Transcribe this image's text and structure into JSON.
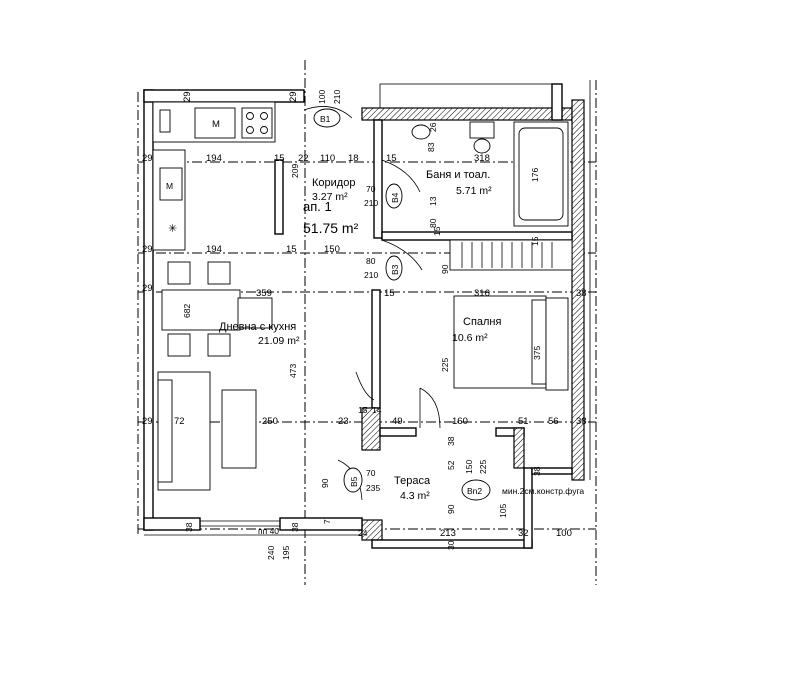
{
  "apartment": {
    "title": "ап. 1",
    "area": "51.75 m²"
  },
  "rooms": {
    "corridor": {
      "name": "Коридор",
      "area": "3.27 m²"
    },
    "bathroom": {
      "name": "Баня и тоал.",
      "area": "5.71 m²"
    },
    "living": {
      "name": "Дневна с кухня",
      "area": "21.09 m²"
    },
    "bedroom": {
      "name": "Спалня",
      "area": "10.6 m²"
    },
    "terrace": {
      "name": "Тераса",
      "area": "4.3 m²"
    }
  },
  "doors": {
    "B1": {
      "tag": "B1",
      "w": "100",
      "h": "210"
    },
    "B4": {
      "tag": "B4",
      "w": "70",
      "h": "210"
    },
    "B3": {
      "tag": "B3",
      "w": "80",
      "h": "210"
    },
    "B5": {
      "tag": "B5",
      "w": "70",
      "h": "235"
    },
    "Bn2": {
      "tag": "Bn2",
      "w": "150",
      "h": "225"
    }
  },
  "appliances": {
    "fridge": "M",
    "washer": "M"
  },
  "notes": {
    "floor_level": "пп 40",
    "joint": "мин.2см.констр.фуга"
  },
  "dimensions": {
    "top_29a": "29",
    "top_29b": "29",
    "r1_29": "29",
    "r1_194": "194",
    "r1_15": "15",
    "r1_22": "22",
    "r1_110": "110",
    "r1_18": "18",
    "r1_15b": "15",
    "r1_318": "318",
    "v_209": "209",
    "v_83": "83",
    "v_26": "26",
    "v_13": "13",
    "v_80": "80",
    "v_176": "176",
    "r2_29": "29",
    "r2_194": "194",
    "r2_15": "15",
    "r2_150": "150",
    "r2_15b": "15",
    "v_15": "15",
    "v_90": "90",
    "r3_29": "29",
    "r3_359": "359",
    "r3_15": "15",
    "r3_316": "316",
    "r3_38": "38",
    "v_682": "682",
    "v_473": "473",
    "v_225": "225",
    "v_375": "375",
    "r4_29": "29",
    "r4_72": "72",
    "r4_250": "250",
    "r4_23": "23",
    "r4_15": "15",
    "r4_14": "14",
    "r4_49": "49",
    "r4_160": "160",
    "r4_51": "51",
    "r4_56": "56",
    "r4_38": "38",
    "v_38a": "38",
    "v_52": "52",
    "v_90b": "90",
    "v_90c": "90",
    "v_38b": "38",
    "v_105": "105",
    "v_213": "213",
    "v_30": "30",
    "v_32": "32",
    "v_100": "100",
    "b_38a": "38",
    "b_38b": "38",
    "b_240": "240",
    "b_195": "195",
    "v_7": "7",
    "b_24": "24"
  }
}
